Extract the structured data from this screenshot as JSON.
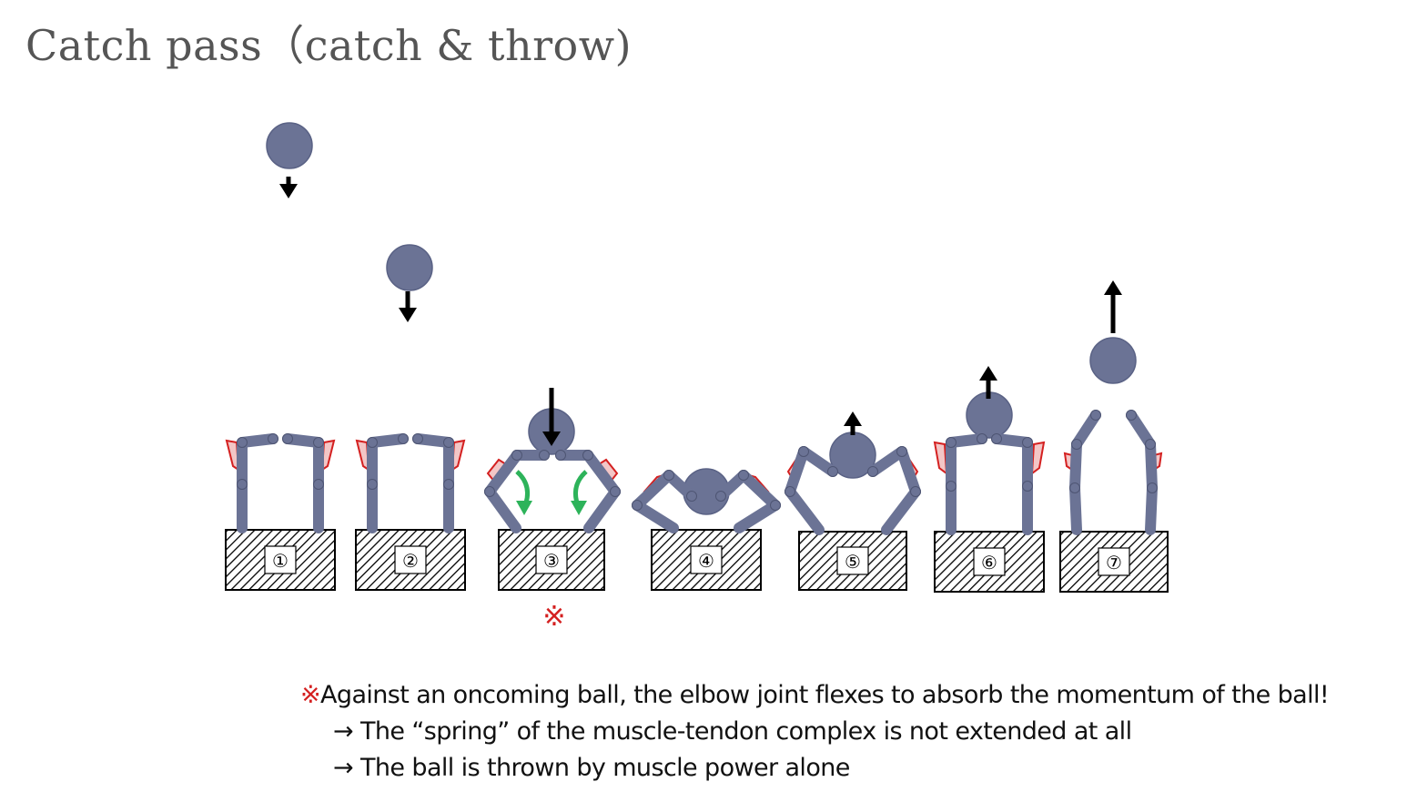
{
  "title": "Catch pass（catch & throw)",
  "colors": {
    "limb": "#6b7395",
    "ball": "#6b7395",
    "muscle": "#d42020",
    "rotation_arrow": "#2db35a",
    "arrow": "#000000",
    "note_mark": "#d42020"
  },
  "stages": [
    {
      "label": "①",
      "ball_motion": "down"
    },
    {
      "label": "②",
      "ball_motion": "down"
    },
    {
      "label": "③",
      "ball_motion": "down",
      "marked": true
    },
    {
      "label": "④",
      "ball_motion": "none"
    },
    {
      "label": "⑤",
      "ball_motion": "up"
    },
    {
      "label": "⑥",
      "ball_motion": "up"
    },
    {
      "label": "⑦",
      "ball_motion": "up"
    }
  ],
  "marker": "※",
  "notes": {
    "mark": "※",
    "main": "Against an oncoming ball, the elbow joint flexes to absorb the momentum of the ball!",
    "lines": [
      "→ The “spring” of the muscle-tendon complex is not extended at all",
      "→ The ball is thrown by muscle power alone"
    ]
  }
}
